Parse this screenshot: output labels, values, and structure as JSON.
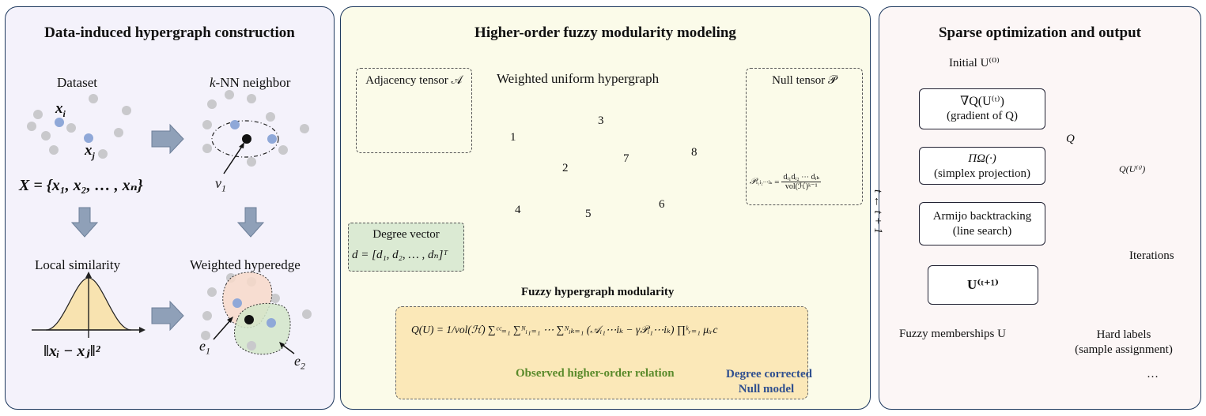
{
  "panel1": {
    "title": "Data-induced hypergraph construction",
    "dataset_label": "Dataset",
    "xi": "x",
    "xi_sub": "i",
    "xj": "x",
    "xj_sub": "j",
    "set_formula": "X = {x₁, x₂, … , xₙ}",
    "knn_prefix": "k",
    "knn_label": "-NN neighbor",
    "v1": "v",
    "v1_sub": "1",
    "local_similarity": "Local similarity",
    "norm_formula": "‖xᵢ − xⱼ‖²",
    "weighted_hyperedge": "Weighted hyperedge",
    "e1": "e",
    "e1_sub": "1",
    "e2": "e",
    "e2_sub": "2"
  },
  "panel2": {
    "title": "Higher-order fuzzy modularity modeling",
    "adjacency_label": "Adjacency tensor 𝒜",
    "hypergraph_label": "Weighted uniform hypergraph",
    "null_label": "Null tensor 𝒫",
    "null_formula_lhs": "𝒫",
    "null_formula_sub": "i₁i₂⋯iₖ",
    "null_formula_num": "dᵢ₁dᵢ₂ ⋯ dᵢₖ",
    "null_formula_den": "vol(ℋ)ᵏ⁻¹",
    "nodes": [
      "1",
      "2",
      "3",
      "4",
      "5",
      "6",
      "7",
      "8"
    ],
    "degree_title": "Degree vector",
    "degree_formula": "d = [d₁, d₂, … , dₙ]ᵀ",
    "modularity_title": "Fuzzy hypergraph modularity",
    "modularity_formula": "Q(U) = 1/vol(ℋ) ∑ᶜᶜ₌₁ ∑ᴺᵢ₁₌₁ ⋯ ∑ᴺᵢₖ₌₁ (𝒜ᵢ₁⋯iₖ − γ𝒫ᵢ₁⋯iₖ) ∏ᵏᵣ₌₁ μᵢᵣc",
    "observed_label": "Observed higher-order relation",
    "degree_corrected_1": "Degree corrected",
    "degree_corrected_2": "Null model"
  },
  "panel3": {
    "title": "Sparse optimization and output",
    "initial": "Initial U⁽⁰⁾",
    "grad_line1": "∇Q(U⁽ᵗ⁾)",
    "grad_line2": "(gradient of Q)",
    "proj_line1": "ΠΩ(·)",
    "proj_line2": "(simplex projection)",
    "armijo_line1": "Armijo backtracking",
    "armijo_line2": "(line search)",
    "update": "U⁽ᵗ⁺¹⁾",
    "loop_label": "t ← t + 1",
    "chart_q": "Q",
    "chart_curve": "Q(U⁽ᵗ⁾)",
    "chart_x": "Iterations",
    "fuzzy_label": "Fuzzy memberships U",
    "hard_line1": "Hard labels",
    "hard_line2": "(sample assignment)",
    "ellipsis": "…",
    "label_colors": [
      "#d62728",
      "#7b3fa8",
      "#e07b1a",
      "#3c8c3c",
      "#e07b1a",
      "#3a66b0"
    ]
  }
}
